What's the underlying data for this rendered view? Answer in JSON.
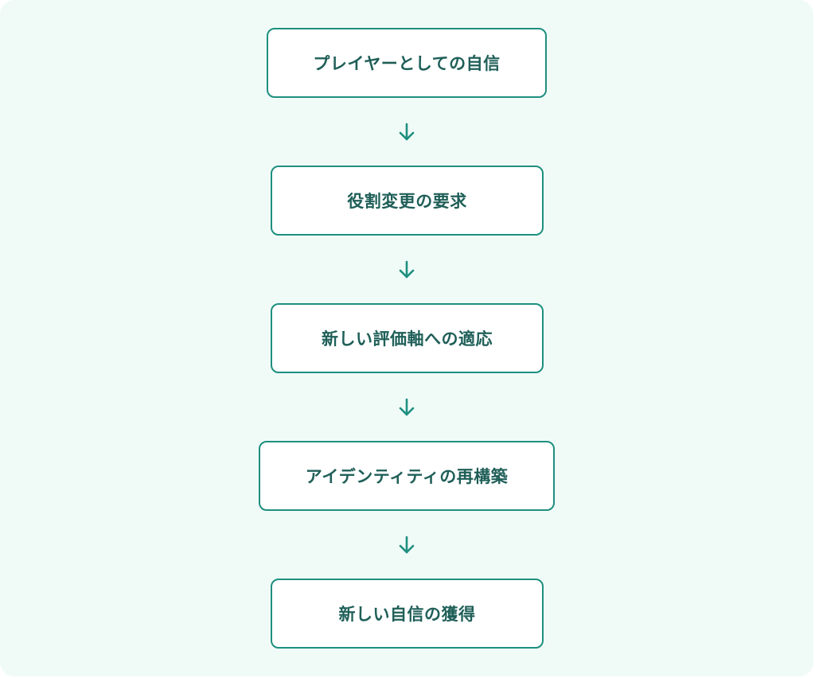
{
  "flow": {
    "steps": [
      {
        "label": "プレイヤーとしての自信"
      },
      {
        "label": "役割変更の要求"
      },
      {
        "label": "新しい評価軸への適応"
      },
      {
        "label": "アイデンティティの再構築"
      },
      {
        "label": "新しい自信の獲得"
      }
    ],
    "arrow_icon": "arrow-down-icon",
    "colors": {
      "background": "#f0fbf8",
      "box_border": "#1e8f7f",
      "box_fill": "#ffffff",
      "text": "#1f5f58",
      "arrow": "#1e8f7f"
    }
  }
}
